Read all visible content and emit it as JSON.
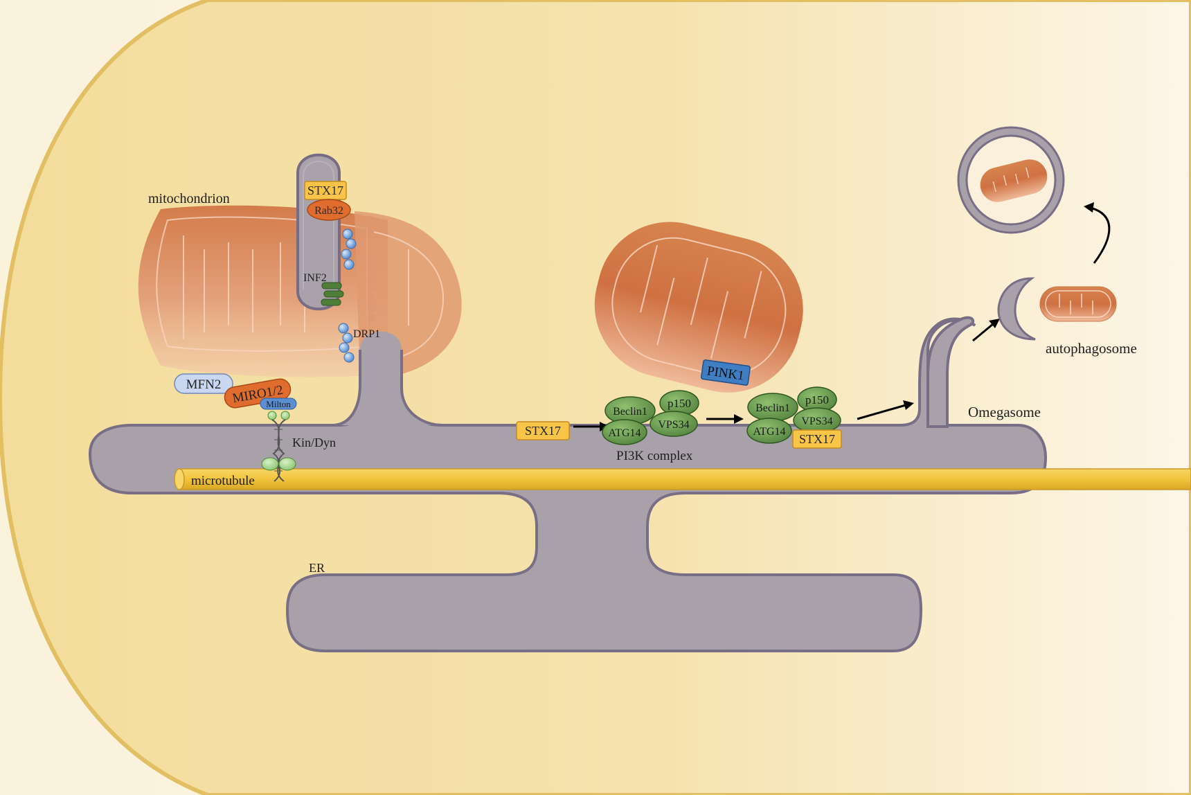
{
  "labels": {
    "mitochondrion": "mitochondrion",
    "inf2": "INF2",
    "drp1": "DRP1",
    "kin_dyn": "Kin/Dyn",
    "microtubule": "microtubule",
    "er": "ER",
    "pi3k_complex": "PI3K complex",
    "omegasome": "Omegasome",
    "autophagosome": "autophagosome"
  },
  "proteins": {
    "stx17_top": "STX17",
    "rab32": "Rab32",
    "mfn2": "MFN2",
    "miro": "MIRO1/2",
    "milton": "Milton",
    "stx17_left": "STX17",
    "beclin1_a": "Beclin1",
    "p150_a": "p150",
    "atg14_a": "ATG14",
    "vps34_a": "VPS34",
    "pink1": "PINK1",
    "beclin1_b": "Beclin1",
    "p150_b": "p150",
    "atg14_b": "ATG14",
    "vps34_b": "VPS34",
    "stx17_right": "STX17"
  },
  "colors": {
    "cytoplasm_left": "#f3dd9d",
    "cytoplasm_right": "#fdf6e6",
    "cell_edge": "#e6c66c",
    "er_fill": "#a7a0a9",
    "er_stroke": "#7a7086",
    "mito_dark": "#d07a48",
    "mito_light": "#f0b896",
    "microtubule": "#f4c842",
    "stx17": "#f9c548",
    "orange_protein": "#e06d2e",
    "mfn2": "#c6d4ef",
    "pink1": "#3f7ec2",
    "green_protein": "#5b8c46",
    "drp1": "#6a9bd8"
  }
}
